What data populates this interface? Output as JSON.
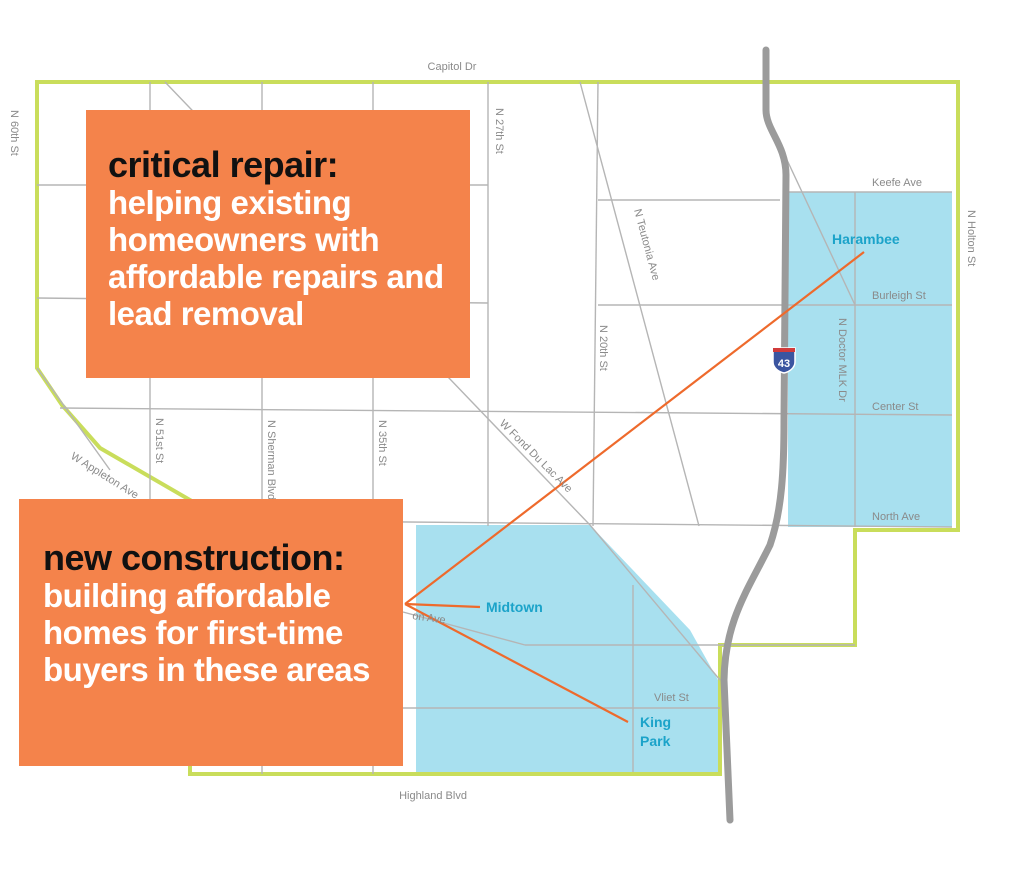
{
  "streets": {
    "capitol": "Capitol Dr",
    "highland": "Highland Blvd",
    "n60th": "N 60th St",
    "holton": "N Holton St",
    "n27th": "N 27th St",
    "n20th": "N 20th St",
    "teutonia": "N Teutonia Ave",
    "keefe": "Keefe Ave",
    "burleigh": "Burleigh St",
    "center": "Center St",
    "north": "North Ave",
    "mlk": "N Doctor MLK Dr",
    "fond_du_lac": "W Fond Du Lac Ave",
    "appleton": "W Appleton Ave",
    "n51st": "N 51st St",
    "sherman": "N Sherman Blvd",
    "n35th": "N 35th St",
    "vliet": "Vliet St",
    "lisbon_fragment": "on Ave"
  },
  "highway": {
    "shield": "43"
  },
  "neighborhoods": {
    "harambee": "Harambee",
    "midtown": "Midtown",
    "king_park_line1": "King",
    "king_park_line2": "Park"
  },
  "callouts": {
    "repair": {
      "heading": "critical repair:",
      "body": "helping existing homeowners with affordable repairs and lead removal"
    },
    "construction": {
      "heading": "new construction:",
      "body": "building affordable homes for first-time buyers in these areas"
    }
  },
  "colors": {
    "boundary": "#c9dd5b",
    "target_area": "#a8e0ef",
    "callout": "#f4834b",
    "leader_line": "#ee6a2c",
    "highway": "#9b9b9b",
    "street": "#b5b5b5",
    "neighborhood_label": "#1ba3c9",
    "shield": "#3b55a0"
  }
}
